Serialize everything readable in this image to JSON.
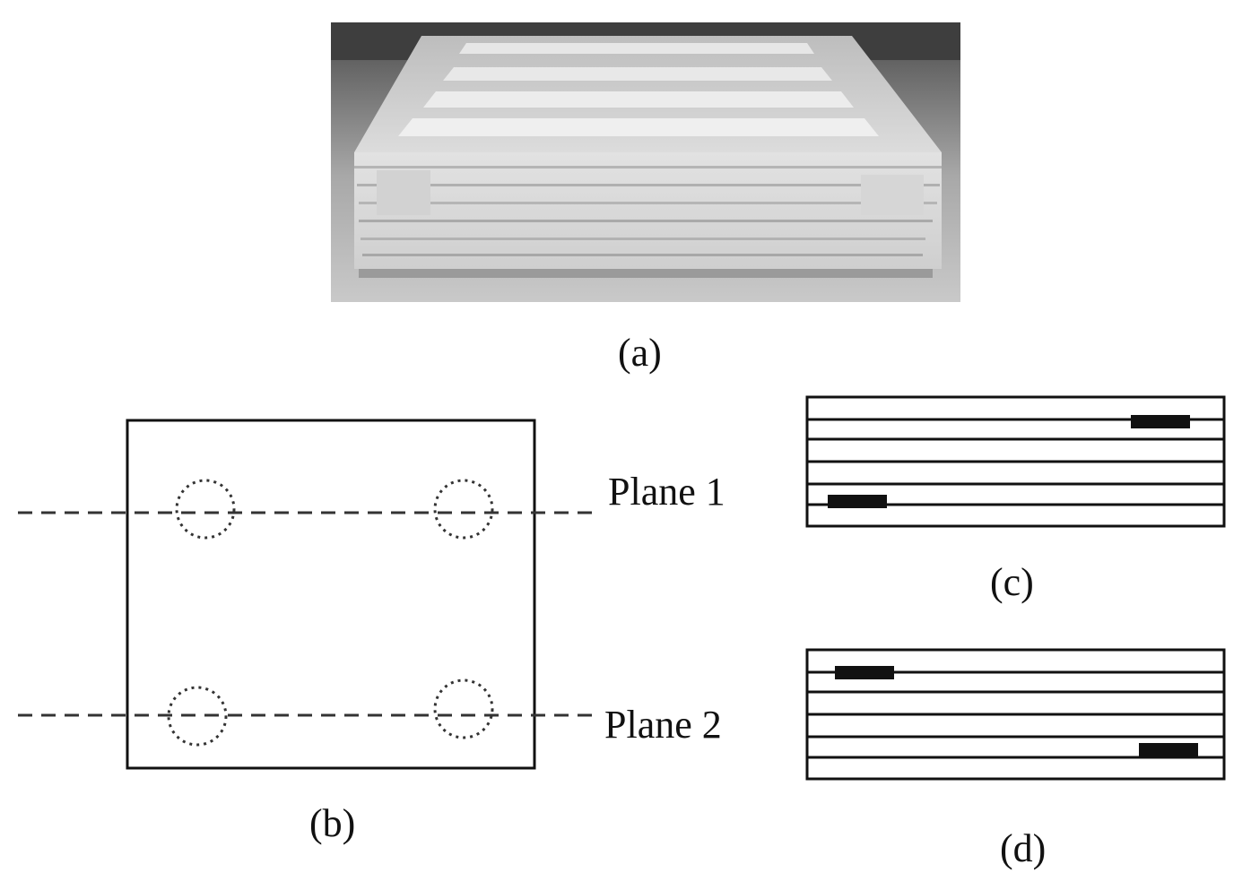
{
  "panels": {
    "a": {
      "caption": "(a)"
    },
    "b": {
      "caption": "(b)",
      "planes": [
        {
          "label": "Plane 1"
        },
        {
          "label": "Plane 2"
        }
      ]
    },
    "c": {
      "caption": "(c)"
    },
    "d": {
      "caption": "(d)"
    }
  },
  "colors": {
    "line": "#111111",
    "dashed": "#333333",
    "background": "#ffffff"
  }
}
